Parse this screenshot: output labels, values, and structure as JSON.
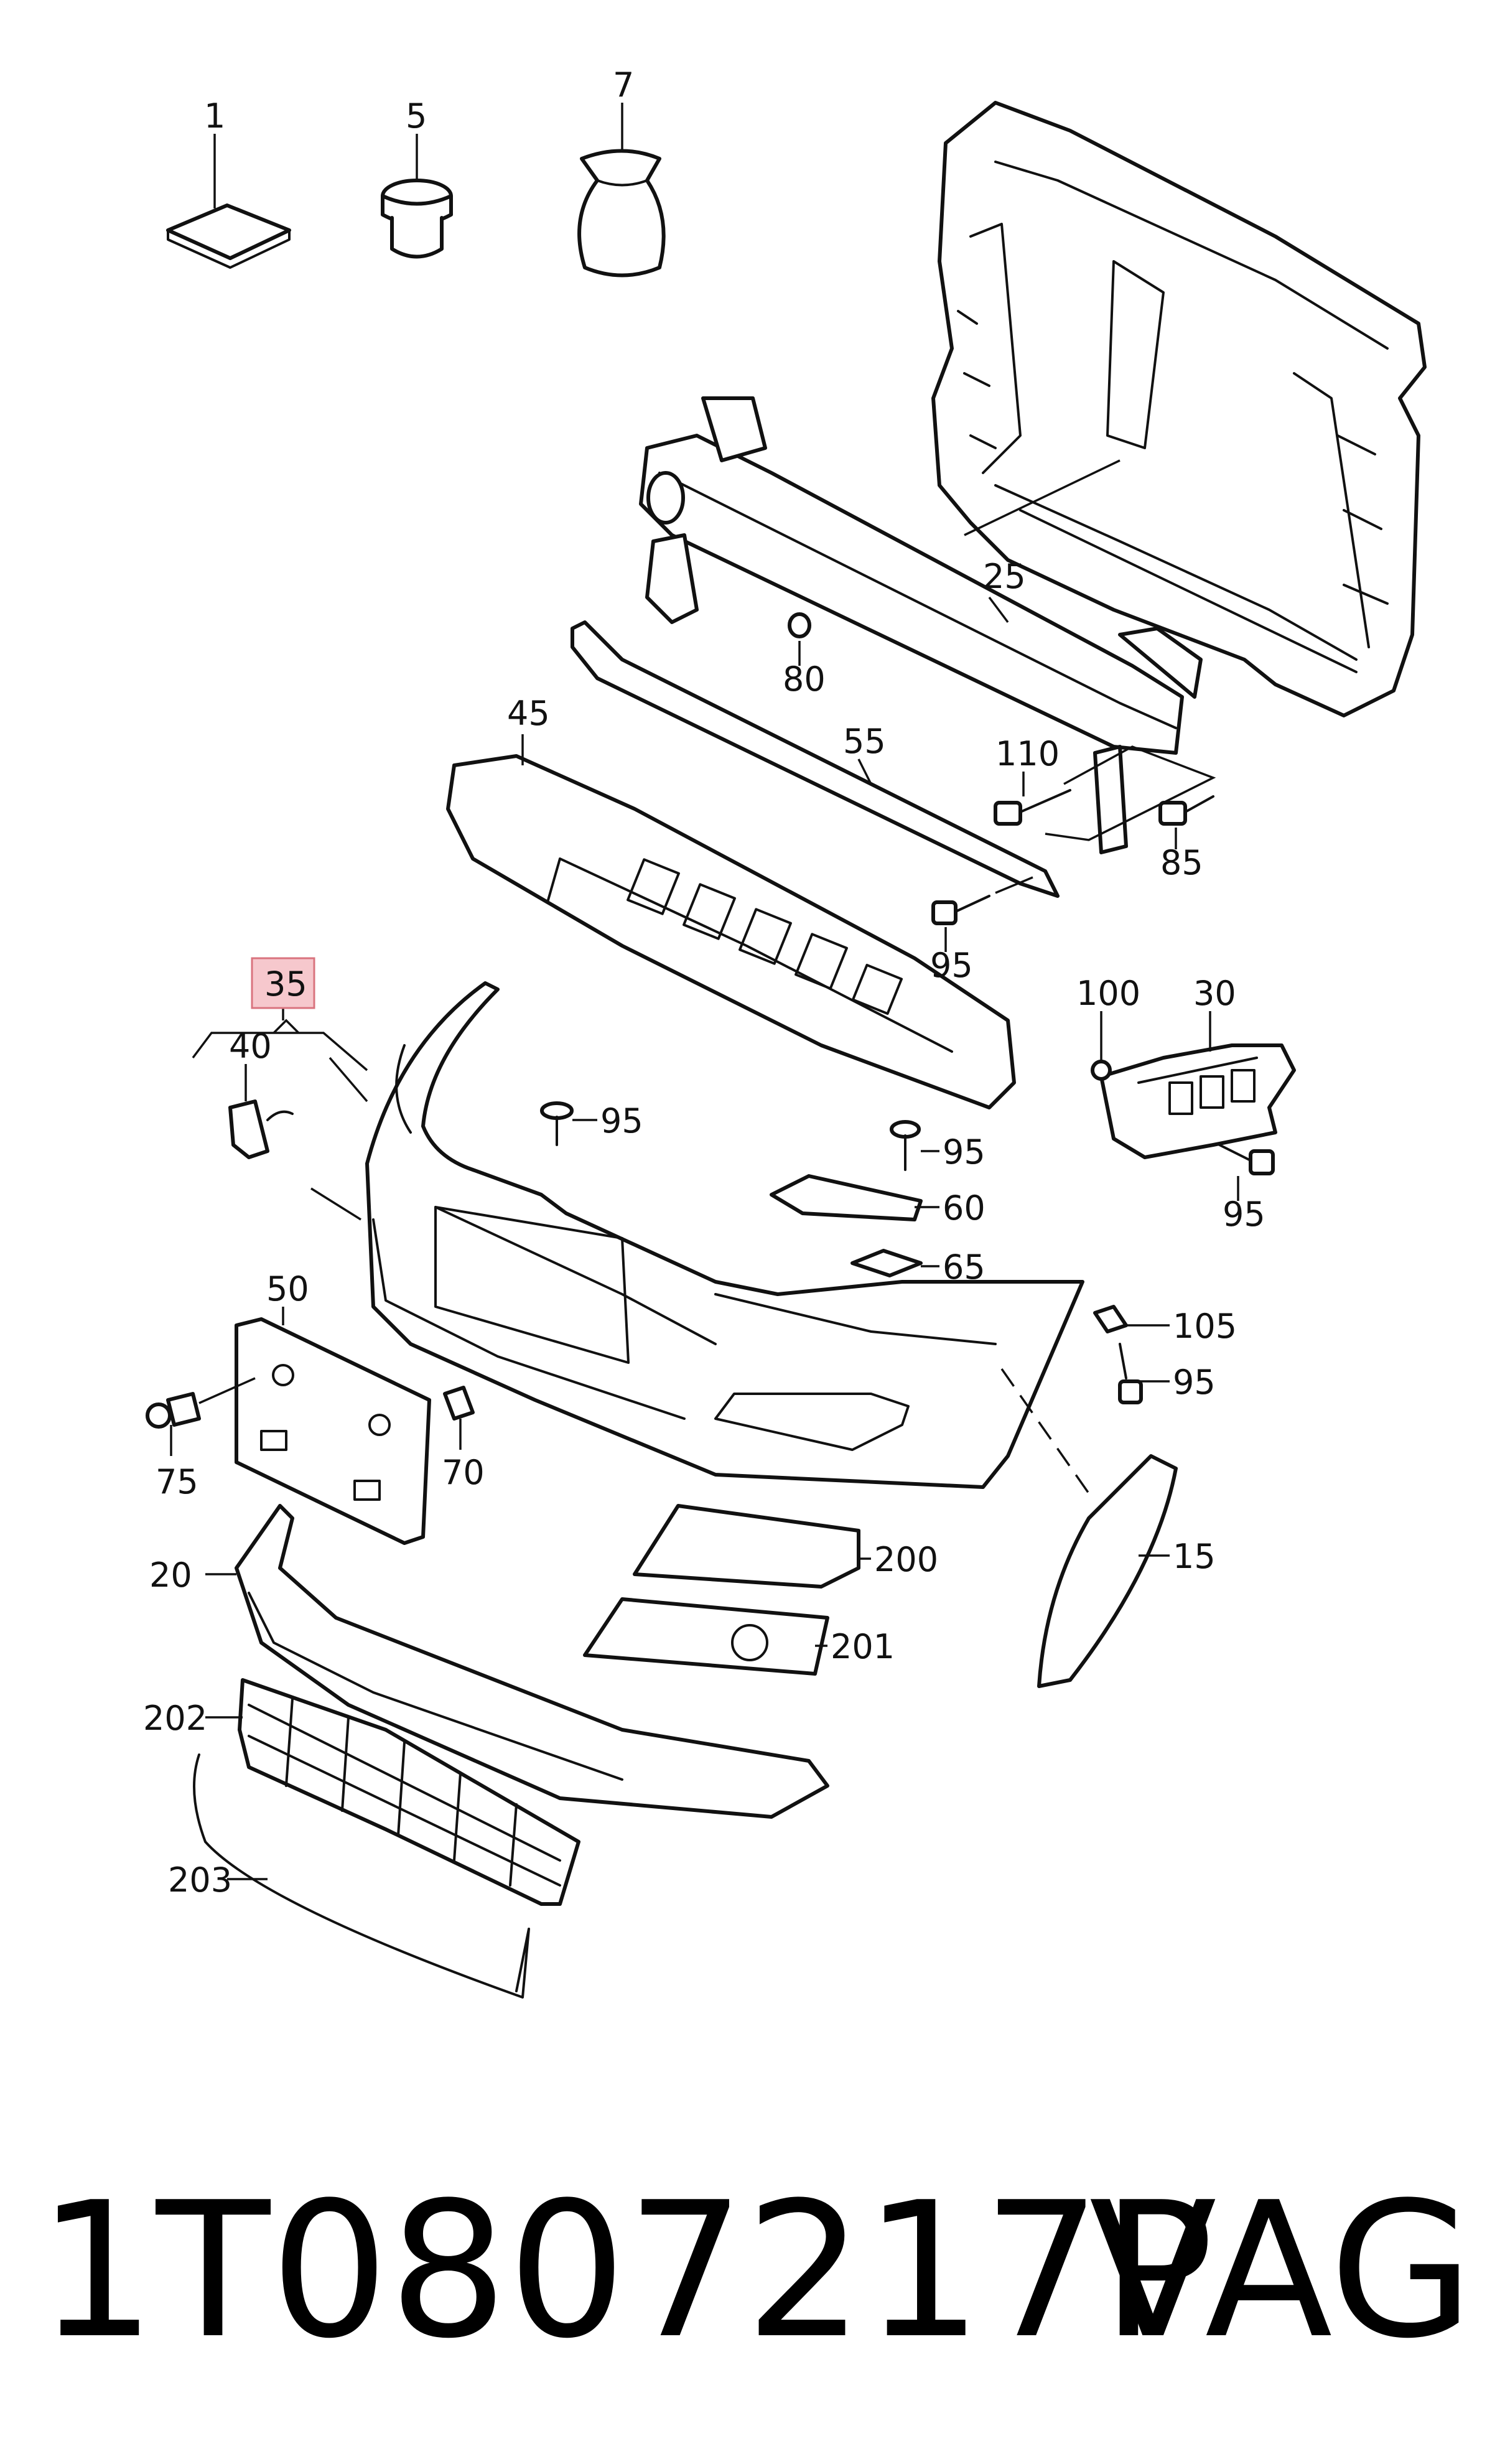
{
  "callouts": {
    "c1": "1",
    "c5": "5",
    "c7": "7",
    "c25": "25",
    "c80": "80",
    "c45": "45",
    "c55": "55",
    "c110": "110",
    "c85": "85",
    "c95a": "95",
    "c35": "35",
    "c40": "40",
    "c100": "100",
    "c30": "30",
    "c95b": "95",
    "c95c": "95",
    "c60": "60",
    "c95d": "95",
    "c65": "65",
    "c50": "50",
    "c105": "105",
    "c95e": "95",
    "c75": "75",
    "c70": "70",
    "c20": "20",
    "c200": "200",
    "c15": "15",
    "c201": "201",
    "c202": "202",
    "c203": "203"
  },
  "highlighted_callout": "35",
  "highlight_color": "#f6c8cd",
  "footer": {
    "part_number": "1T0807217P",
    "brand": "VAG"
  }
}
